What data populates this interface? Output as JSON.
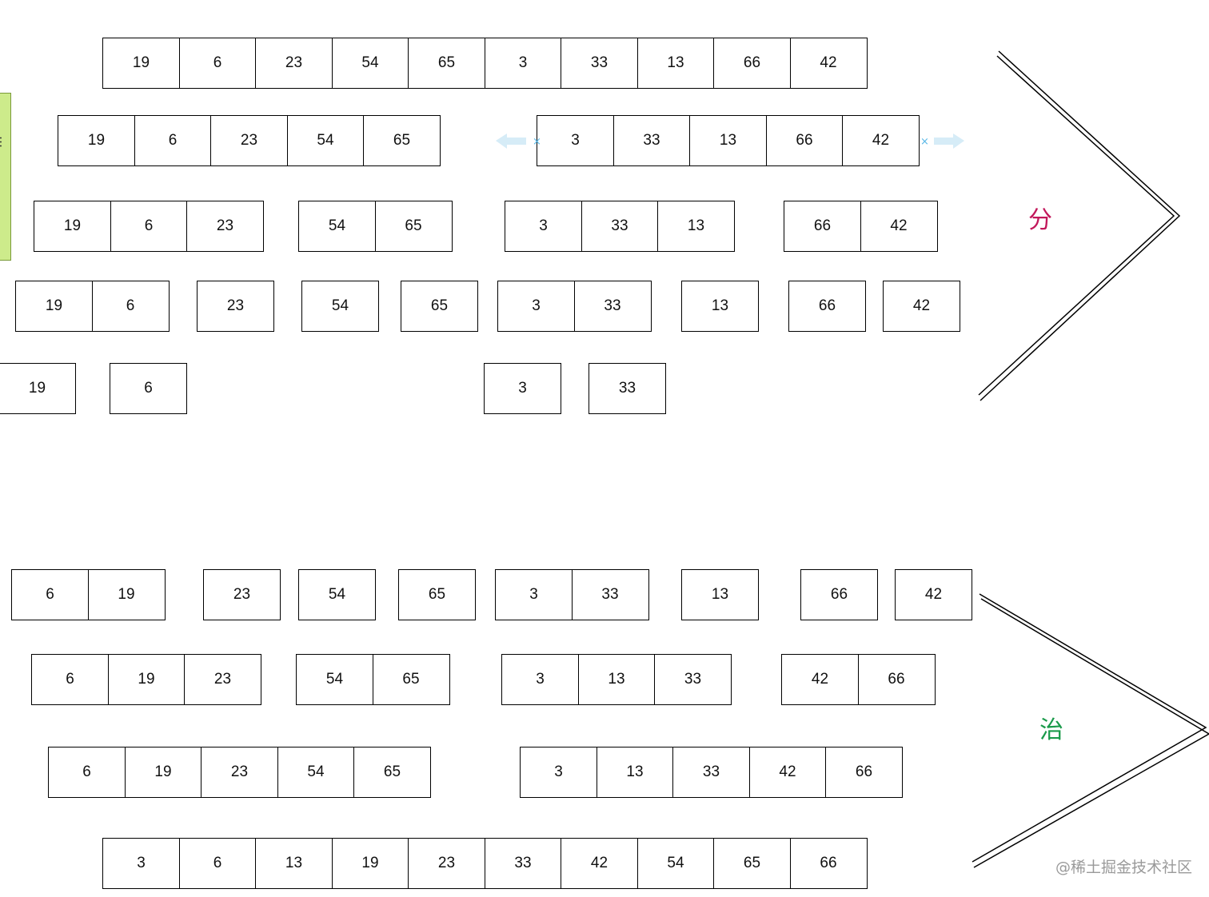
{
  "split_label": "分",
  "merge_label": "治",
  "watermark": "@稀土掘金技术社区",
  "side_tab_text": "…",
  "colors": {
    "split": "#c2185b",
    "merge": "#1a9a4a",
    "handle": "#bfe3f5"
  },
  "split_rows": [
    [
      [
        "19",
        "6",
        "23",
        "54",
        "65",
        "3",
        "33",
        "13",
        "66",
        "42"
      ]
    ],
    [
      [
        "19",
        "6",
        "23",
        "54",
        "65"
      ],
      [
        "3",
        "33",
        "13",
        "66",
        "42"
      ]
    ],
    [
      [
        "19",
        "6",
        "23"
      ],
      [
        "54",
        "65"
      ],
      [
        "3",
        "33",
        "13"
      ],
      [
        "66",
        "42"
      ]
    ],
    [
      [
        "19",
        "6"
      ],
      [
        "23"
      ],
      [
        "54"
      ],
      [
        "65"
      ],
      [
        "3",
        "33"
      ],
      [
        "13"
      ],
      [
        "66"
      ],
      [
        "42"
      ]
    ],
    [
      [
        "19"
      ],
      [
        "6"
      ],
      [
        "3"
      ],
      [
        "33"
      ]
    ]
  ],
  "merge_rows": [
    [
      [
        "6",
        "19"
      ],
      [
        "23"
      ],
      [
        "54"
      ],
      [
        "65"
      ],
      [
        "3",
        "33"
      ],
      [
        "13"
      ],
      [
        "66"
      ],
      [
        "42"
      ]
    ],
    [
      [
        "6",
        "19",
        "23"
      ],
      [
        "54",
        "65"
      ],
      [
        "3",
        "13",
        "33"
      ],
      [
        "42",
        "66"
      ]
    ],
    [
      [
        "6",
        "19",
        "23",
        "54",
        "65"
      ],
      [
        "3",
        "13",
        "33",
        "42",
        "66"
      ]
    ],
    [
      [
        "3",
        "6",
        "13",
        "19",
        "23",
        "33",
        "42",
        "54",
        "65",
        "66"
      ]
    ]
  ]
}
